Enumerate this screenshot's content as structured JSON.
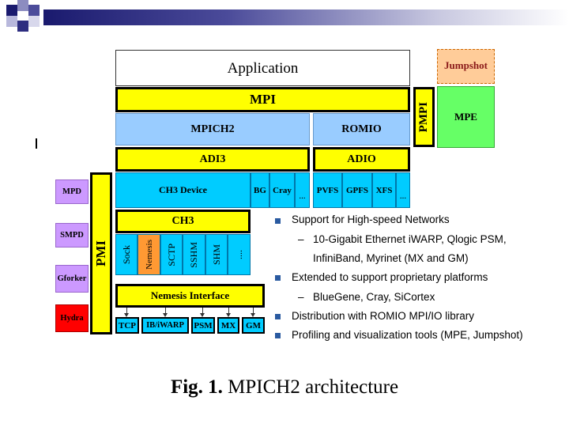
{
  "diagram": {
    "application": "Application",
    "mpi": "MPI",
    "pmpi": "PMPI",
    "jumpshot": "Jumpshot",
    "mpe": "MPE",
    "mpich2": "MPICH2",
    "romio": "ROMIO",
    "adi3": "ADI3",
    "adio": "ADIO",
    "ch3_device": "CH3 Device",
    "bg": "BG",
    "cray": "Cray",
    "ellipsis": "...",
    "io_fs": [
      "PVFS",
      "GPFS",
      "XFS"
    ],
    "ch3": "CH3",
    "channels": [
      "Sock",
      "Nemesis",
      "SCTP",
      "SSHM",
      "SHM",
      "...."
    ],
    "nemesis_interface": "Nemesis Interface",
    "nets": [
      "TCP",
      "IB/iWARP",
      "PSM",
      "MX",
      "GM"
    ],
    "pmi": "PMI",
    "process_managers": [
      "MPD",
      "SMPD",
      "Gforker",
      "Hydra"
    ]
  },
  "bullets": [
    {
      "level": 1,
      "text": "Support for High-speed Networks"
    },
    {
      "level": 2,
      "text": "10-Gigabit Ethernet iWARP, Qlogic PSM,"
    },
    {
      "level": 2,
      "text": "InfiniBand, Myrinet (MX and GM)"
    },
    {
      "level": 1,
      "text": "Extended to support proprietary platforms"
    },
    {
      "level": 2,
      "text": "BlueGene, Cray, SiCortex"
    },
    {
      "level": 1,
      "text": "Distribution with ROMIO MPI/IO library"
    },
    {
      "level": 1,
      "text": "Profiling and visualization tools (MPE, Jumpshot)"
    }
  ],
  "caption": {
    "prefix": "Fig. 1.",
    "text": "MPICH2 architecture"
  },
  "colors": {
    "yellow": "#ffff00",
    "blue": "#99ccff",
    "cyan": "#00ccff",
    "orange": "#ff9933",
    "purple": "#cc99ff",
    "red": "#ff0000",
    "green": "#66ff66",
    "jumpshot": "#ffcc99",
    "bullet": "#2a5aa0"
  }
}
